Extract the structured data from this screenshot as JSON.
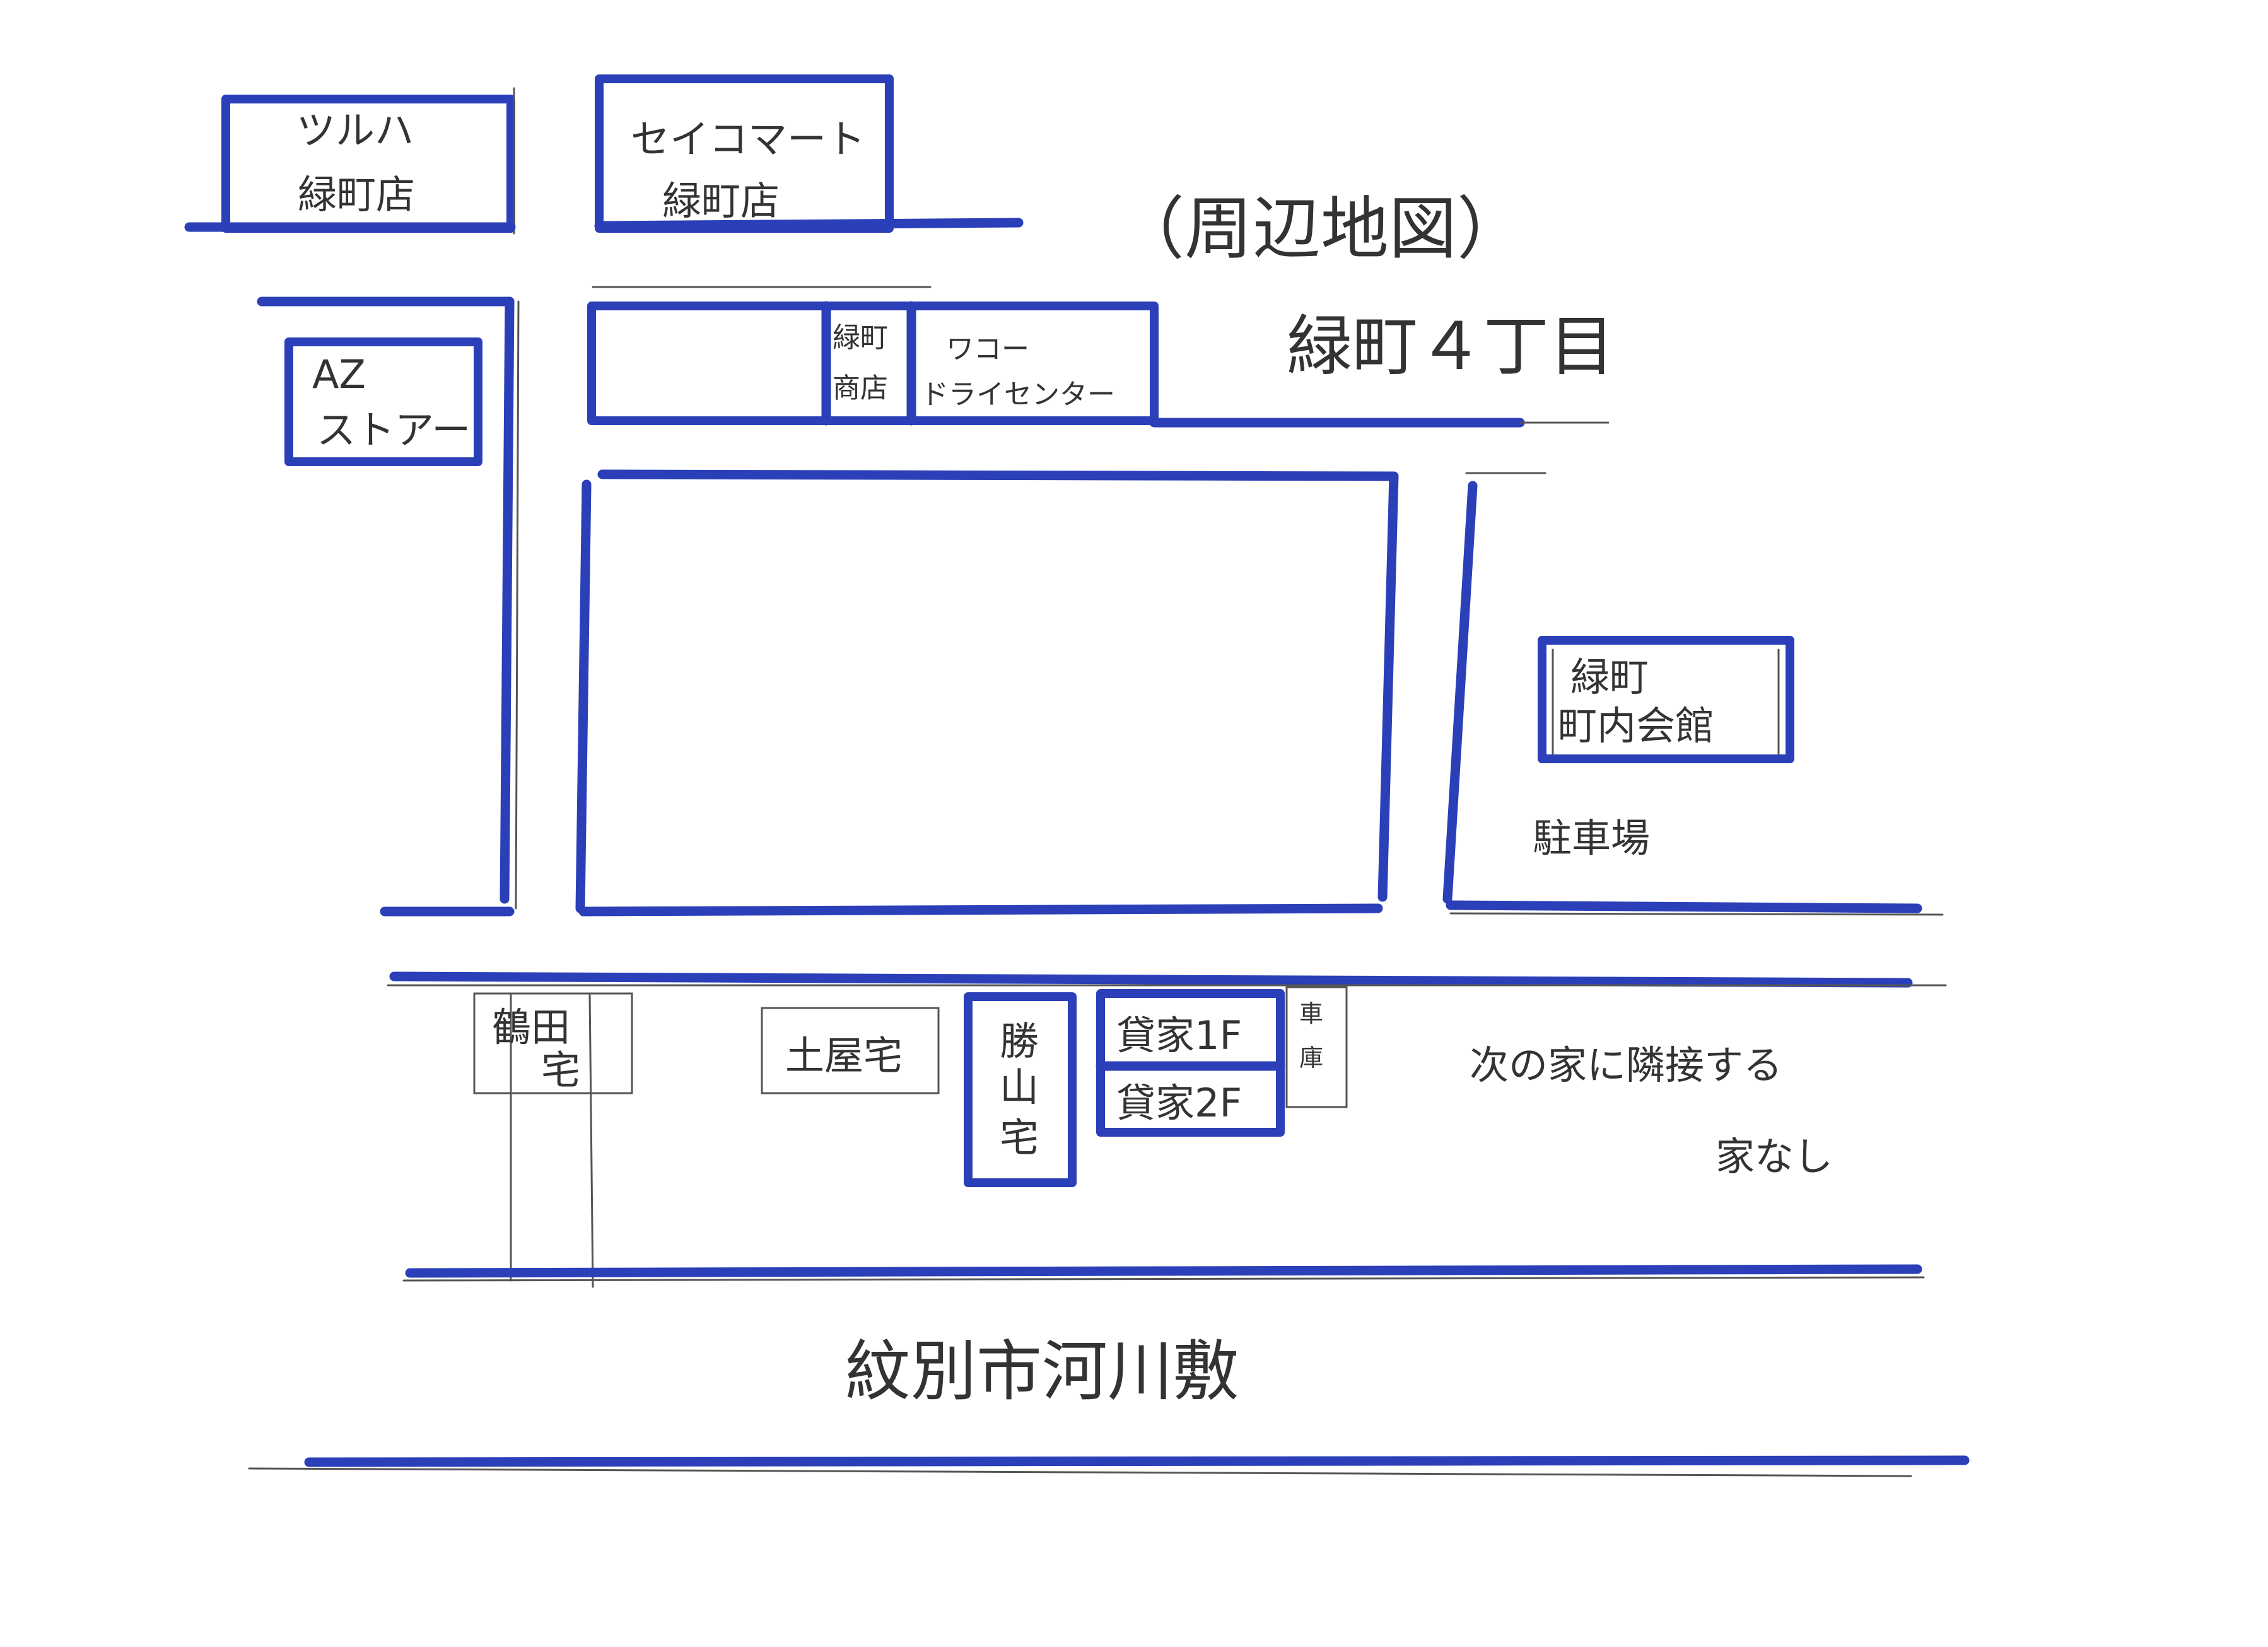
{
  "map": {
    "title": "（周辺地図）",
    "area": "緑町４丁目",
    "river": "紋別市河川敷",
    "note_line1": "次の家に隣接する",
    "note_line2": "家なし",
    "colors": {
      "road": "#2a3fb8",
      "text": "#333333",
      "thin": "#555555"
    }
  },
  "places": {
    "tsuruha": [
      "ツルハ",
      "緑町店"
    ],
    "seicomart": [
      "セイコマート",
      "緑町店"
    ],
    "az_store": [
      "AZ",
      "ストアー"
    ],
    "midoricho_store": [
      "緑町",
      "商店"
    ],
    "wako": [
      "ワコー",
      "ドライセンター"
    ],
    "community_hall": [
      "緑町",
      "町内会館"
    ],
    "parking": "駐車場",
    "tsuruta_house": [
      "鶴田",
      "宅"
    ],
    "tsuchiya_house": "土屋宅",
    "katsuyama_house": [
      "勝",
      "山",
      "宅"
    ],
    "vacant_1f": "貸家1F",
    "vacant_2f": "貸家2F",
    "garage": [
      "車",
      "庫"
    ]
  }
}
